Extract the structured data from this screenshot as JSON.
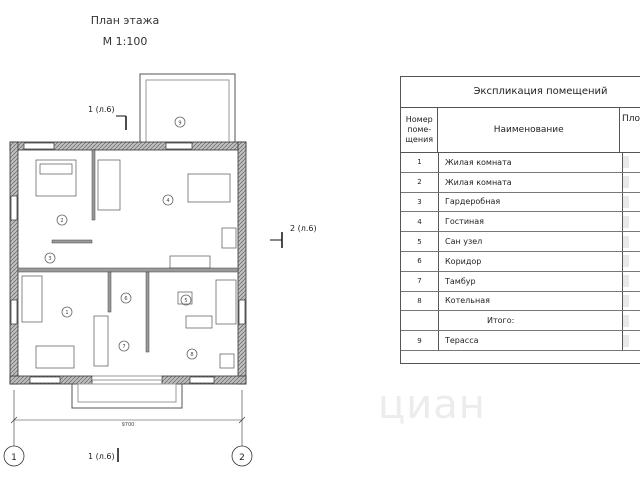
{
  "drawing": {
    "title": "План этажа",
    "scale": "М 1:100",
    "section_marker_1_top": "1 (л.6)",
    "section_marker_1_bottom": "1 (л.6)",
    "section_marker_2": "2 (л.6)",
    "dimension": "9700",
    "axis_left": "1",
    "axis_right": "2",
    "room_tags": [
      "1",
      "2",
      "3",
      "4",
      "5",
      "6",
      "7",
      "8",
      "9"
    ]
  },
  "explication": {
    "caption": "Экспликация помещений",
    "headers": {
      "number": "Номер поме-щения",
      "name": "Наименование",
      "area": "Пло"
    },
    "rows": [
      {
        "no": "1",
        "name": "Жилая комната"
      },
      {
        "no": "2",
        "name": "Жилая комната"
      },
      {
        "no": "3",
        "name": "Гардеробная"
      },
      {
        "no": "4",
        "name": "Гостиная"
      },
      {
        "no": "5",
        "name": "Сан узел"
      },
      {
        "no": "6",
        "name": "Коридор"
      },
      {
        "no": "7",
        "name": "Тамбур"
      },
      {
        "no": "8",
        "name": "Котельная"
      },
      {
        "no": "",
        "name": "Итого:"
      },
      {
        "no": "9",
        "name": "Терасса"
      }
    ]
  },
  "watermark": "циан"
}
